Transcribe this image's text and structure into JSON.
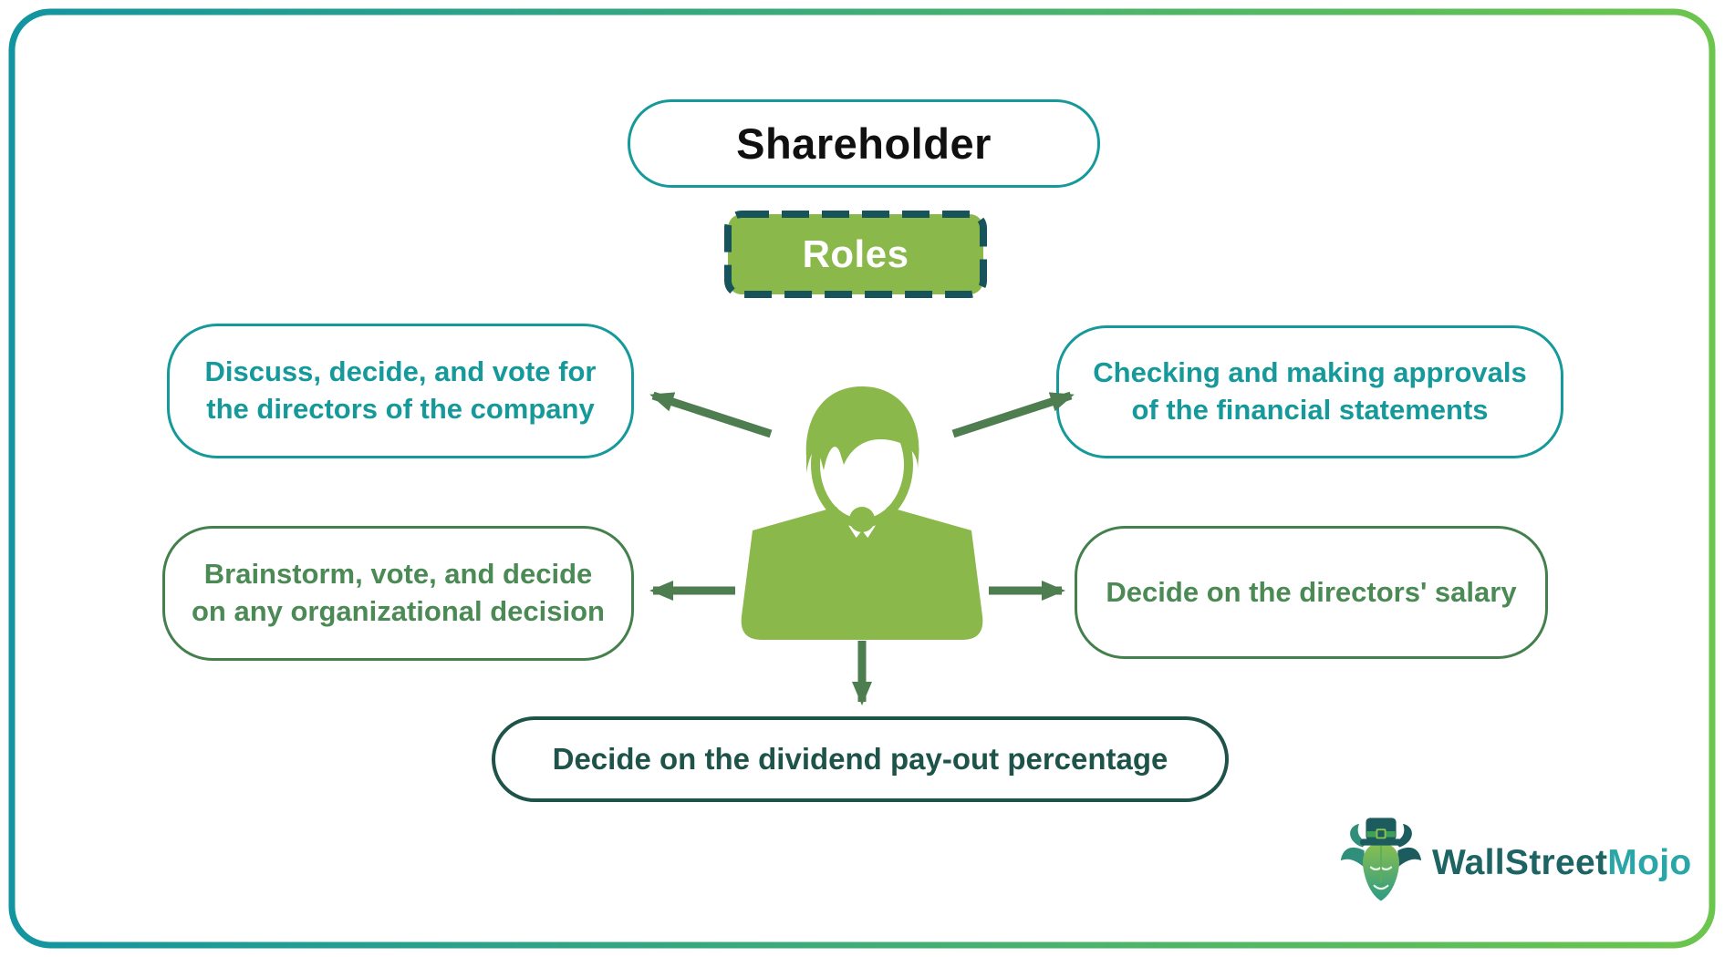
{
  "title": "Shareholder",
  "label_roles": "Roles",
  "boxes": {
    "top_left": {
      "line1": "Discuss, decide, and vote for",
      "line2": "the directors of the company"
    },
    "top_right": {
      "line1": "Checking and making approvals",
      "line2": "of the financial statements"
    },
    "mid_left": {
      "line1": "Brainstorm, vote, and decide",
      "line2": "on any organizational decision"
    },
    "mid_right": {
      "line1": "Decide on the directors' salary"
    },
    "bottom": {
      "line1": "Decide on the dividend pay-out percentage"
    }
  },
  "logo": {
    "text_primary": "WallStreet",
    "text_secondary": "Mojo"
  },
  "icons": {
    "center": "businessman-icon",
    "brand": "bull-mascot-icon"
  },
  "colors": {
    "teal": "#16999a",
    "green_text": "#4b8a54",
    "green_border": "#43804c",
    "dark_teal": "#1d5348",
    "leaf_green": "#8ab84a",
    "dash_border": "#17535a",
    "arrow_green": "#4e7d4f",
    "frame_gradient_start": "#1295a0",
    "frame_gradient_end": "#6cc54d",
    "logo_primary": "#1e6464",
    "logo_secondary": "#2aa6a9"
  }
}
